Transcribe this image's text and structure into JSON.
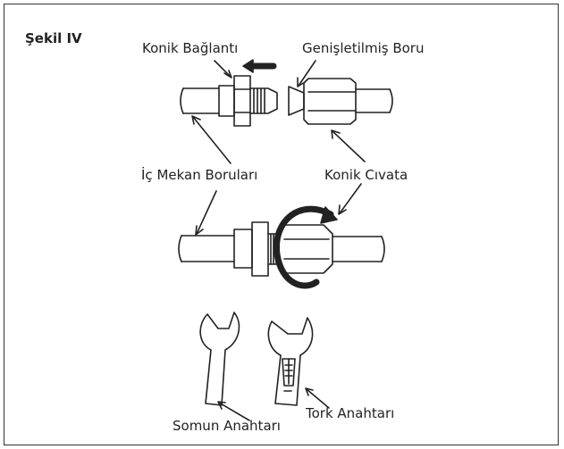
{
  "figure": {
    "title": "Şekil IV",
    "labels": {
      "flare_fitting": "Konik Bağlantı",
      "flared_pipe": "Genişletilmiş Boru",
      "indoor_pipes": "İç Mekan Boruları",
      "flare_nut": "Konik Cıvata",
      "spanner": "Somun Anahtarı",
      "torque_wrench": "Tork Anahtarı"
    }
  }
}
